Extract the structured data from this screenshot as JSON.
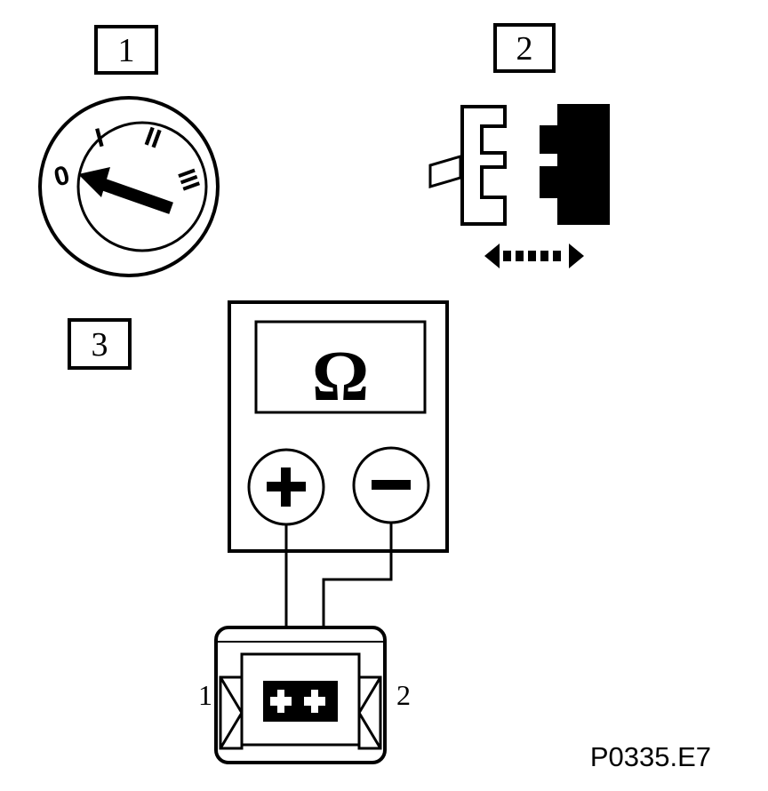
{
  "steps": {
    "ignition": "1",
    "disconnect": "2",
    "measure": "3"
  },
  "ignition_switch": {
    "positions": [
      "0",
      "I",
      "II",
      "III"
    ]
  },
  "multimeter": {
    "unit_symbol": "Ω",
    "positive_terminal": "+",
    "negative_terminal": "−"
  },
  "connector": {
    "pin_left": "1",
    "pin_right": "2"
  },
  "reference_code": "P0335.E7",
  "icons": {
    "ignition_switch": "ignition-key-switch-icon",
    "connector_disconnect": "connector-disconnect-icon",
    "multimeter": "ohmmeter-icon",
    "sensor_connector": "two-pin-connector-icon"
  },
  "colors": {
    "ink": "#000000",
    "paper": "#ffffff"
  }
}
